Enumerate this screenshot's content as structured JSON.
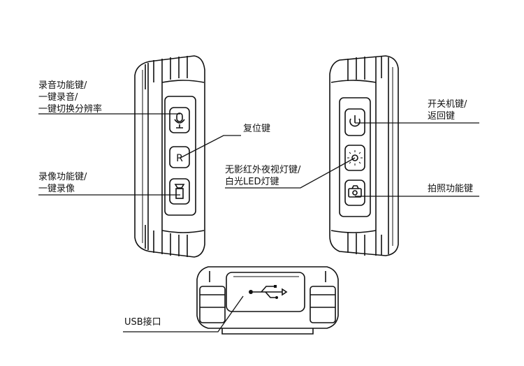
{
  "labels": {
    "record_audio_line1": "录音功能键/",
    "record_audio_line2": "一键录音/",
    "record_audio_line3": "一键切换分辨率",
    "record_video_line1": "录像功能键/",
    "record_video_line2": "一键录像",
    "reset": "复位键",
    "ir_light_line1": "无影红外夜视灯键/",
    "ir_light_line2": "白光LED灯键",
    "power_line1": "开关机键/",
    "power_line2": "返回键",
    "photo": "拍照功能键",
    "usb": "USB接口"
  },
  "button_glyphs": {
    "reset": "R"
  },
  "icons": {
    "mic": "microphone-icon",
    "video": "camera-record-icon",
    "power": "power-icon",
    "light": "sun-icon",
    "photo": "camera-icon",
    "usb": "usb-symbol-icon"
  }
}
